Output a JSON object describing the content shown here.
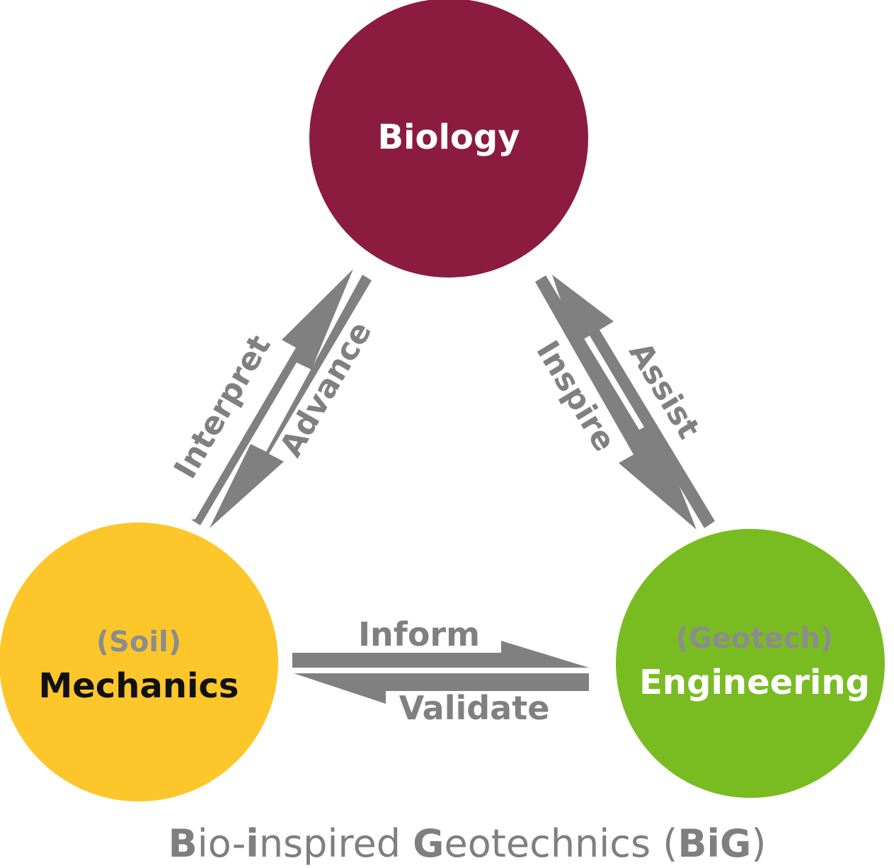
{
  "nodes": {
    "biology": {
      "label": "Biology",
      "color": "#8B1C40"
    },
    "mechanics": {
      "prefix": "(Soil)",
      "label": "Mechanics",
      "color": "#FDC62A"
    },
    "engineering": {
      "prefix": "(Geotech)",
      "label": "Engineering",
      "color": "#79BC22"
    }
  },
  "arrows": {
    "interpret": "Interpret",
    "advance": "Advance",
    "inspire": "Inspire",
    "assist": "Assist",
    "inform": "Inform",
    "validate": "Validate"
  },
  "caption": {
    "b": "B",
    "io": "io-",
    "i": "i",
    "nspired": "nspired ",
    "g": "G",
    "eotechnics": "eotechnics (",
    "big": "BiG",
    "close": ")"
  },
  "colors": {
    "arrow": "#808080",
    "prefix_text": "#8C8C8C",
    "caption": "#7F7F7F"
  }
}
